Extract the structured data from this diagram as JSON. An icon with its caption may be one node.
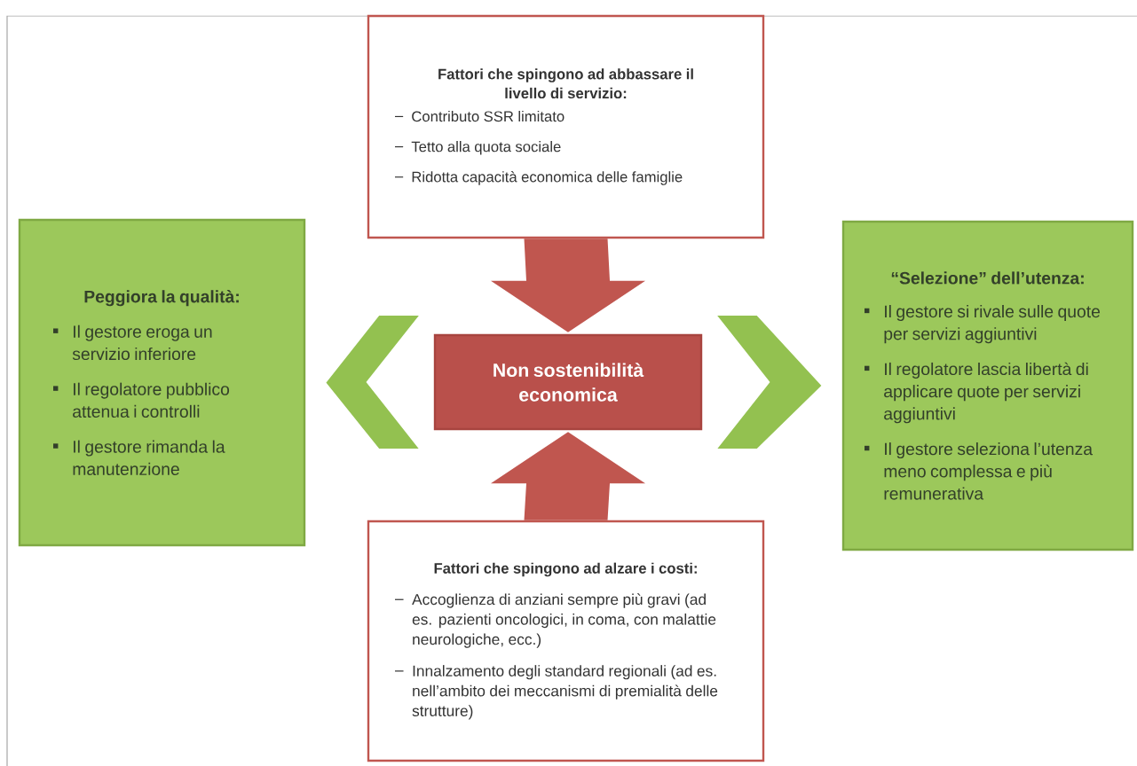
{
  "diagram": {
    "nodes": [
      {
        "text": [
          "Fattori che spingono ad abbassare il livello di servizio:",
          "Contributo SSR limitato",
          "Tetto alla quota sociale",
          "Ridotta capacità economica delle famiglie"
        ]
      },
      {
        "text": [
          "Non sostenibilità economica"
        ]
      },
      {
        "text": [
          "Fattori che spingono ad alzare i costi:",
          "Accoglienza di anziani sempre più gravi (ad es. pazienti oncologici, in coma, con malattie neurologiche, ecc.)",
          "Innalzamento degli standard regionali (ad es. nell’ambito dei meccanismi di premialità delle strutture)"
        ]
      },
      {
        "text": [
          "Peggiora la qualità:",
          "Il gestore eroga un servizio inferiore",
          "Il regolatore pubblico attenua i controlli",
          "Il gestore rimanda la manutenzione"
        ]
      },
      {
        "text": [
          "“Selezione” dell’utenza:",
          "Il gestore si rivale sulle quote per servizi aggiuntivi",
          "Il regolatore lascia libertà di applicare quote per servizi aggiuntivi",
          "Il gestore seleziona l’utenza meno complessa e più remunerativa"
        ]
      }
    ],
    "edges": [
      {
        "from": 0,
        "to": 1,
        "arrow": "to",
        "color": "#c0564f"
      },
      {
        "from": 2,
        "to": 1,
        "arrow": "to",
        "color": "#c0564f"
      },
      {
        "from": 1,
        "to": 3,
        "arrow": "to",
        "color": "#93c150"
      },
      {
        "from": 1,
        "to": 4,
        "arrow": "to",
        "color": "#93c150"
      }
    ]
  }
}
